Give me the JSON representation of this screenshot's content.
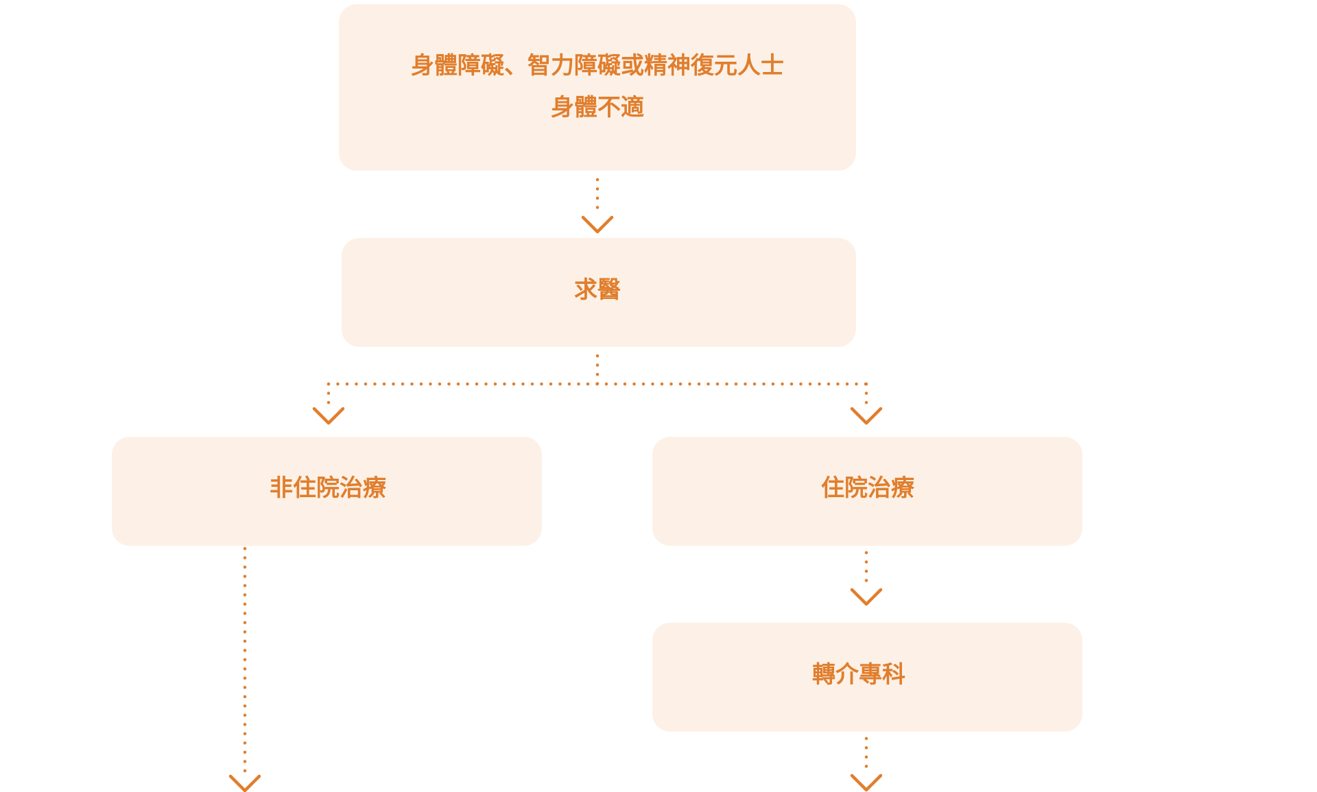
{
  "colors": {
    "accent": "#e07e2d",
    "box_fill": "#fdf1e7",
    "background": "#ffffff"
  },
  "nodes": {
    "condition": {
      "line1": "身體障礙、智力障礙或精神復元人士",
      "line2": "身體不適"
    },
    "seek_medical": {
      "label": "求醫"
    },
    "outpatient": {
      "label": "非住院治療"
    },
    "inpatient": {
      "label": "住院治療"
    },
    "referral": {
      "label": "轉介專科"
    }
  }
}
